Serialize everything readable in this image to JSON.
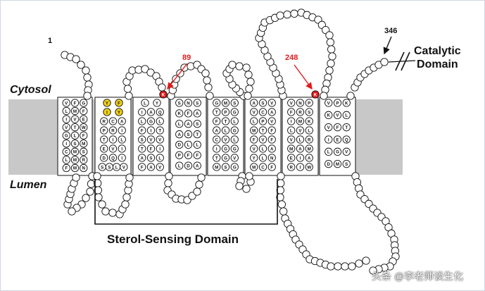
{
  "labels": {
    "cytosol": "Cytosol",
    "lumen": "Lumen",
    "sterol_domain": "Sterol-Sensing Domain",
    "catalytic": "Catalytic",
    "domain": "Domain",
    "n_terminus": "1",
    "end_residue": "346",
    "residue_89": "89",
    "residue_248": "248"
  },
  "watermark": "头条 @李老师谈生化",
  "colors": {
    "membrane": "#c8c8c8",
    "yellow": "#f0d21a",
    "red": "#e11b1b",
    "arrow_red": "#e11b1b"
  },
  "helices": [
    {
      "rows": [
        [
          "V",
          "F",
          "G"
        ],
        [
          "L",
          "M",
          "F"
        ],
        [
          "I",
          "V",
          "E"
        ],
        [
          "V",
          "T",
          "W"
        ],
        [
          "G",
          "L",
          "F"
        ],
        [
          "I",
          "S",
          "M"
        ],
        [
          "C",
          "M",
          "S"
        ],
        [
          "L",
          "M",
          "R"
        ],
        [
          "F",
          "M",
          "N"
        ]
      ]
    },
    {
      "rows": [
        [
          "Y",
          "F"
        ],
        [
          "I",
          "Y"
        ],
        [
          "R",
          "C",
          "A"
        ],
        [
          "P",
          "R",
          "I"
        ],
        [
          "T",
          "I",
          "L"
        ],
        [
          "E",
          "V",
          "I"
        ],
        [
          "D",
          "Q",
          "I"
        ],
        [
          "S",
          "S",
          "L",
          "V"
        ]
      ]
    },
    {
      "rows": [
        [
          "L",
          "Y"
        ],
        [
          "I",
          "A",
          "Q"
        ],
        [
          "L",
          "G",
          "L"
        ],
        [
          "F",
          "I",
          "T"
        ],
        [
          "S",
          "V",
          "V"
        ],
        [
          "T",
          "F",
          "I"
        ],
        [
          "A",
          "S",
          "L"
        ],
        [
          "F",
          "A",
          "V"
        ]
      ]
    },
    {
      "rows": [
        [
          "S",
          "N",
          "S"
        ],
        [
          "K",
          "F",
          "A"
        ],
        [
          "L",
          "A",
          "S"
        ],
        [
          "A",
          "S",
          "T"
        ],
        [
          "D",
          "L",
          "L"
        ],
        [
          "P",
          "F",
          "F"
        ],
        [
          "L",
          "D",
          "A"
        ]
      ]
    },
    {
      "rows": [
        [
          "G",
          "M",
          "S"
        ],
        [
          "T",
          "P",
          "G"
        ],
        [
          "F",
          "T",
          "L"
        ],
        [
          "A",
          "L",
          "G"
        ],
        [
          "C",
          "V",
          "L"
        ],
        [
          "I",
          "G",
          "G"
        ],
        [
          "T",
          "G",
          "V"
        ],
        [
          "M",
          "S",
          "G"
        ]
      ]
    },
    {
      "rows": [
        [
          "A",
          "S",
          "V"
        ],
        [
          "V",
          "C",
          "A"
        ],
        [
          "L",
          "P",
          "V"
        ],
        [
          "M",
          "T",
          "F"
        ],
        [
          "F",
          "V",
          "F"
        ],
        [
          "V",
          "L",
          "A"
        ],
        [
          "Y",
          "L",
          "N"
        ],
        [
          "M",
          "C",
          "F"
        ]
      ]
    },
    {
      "rows": [
        [
          "V",
          "N",
          "P"
        ],
        [
          "F",
          "R",
          "S"
        ],
        [
          "I",
          "M",
          "K"
        ],
        [
          "L",
          "V",
          "L"
        ],
        [
          "V",
          "L",
          "R"
        ],
        [
          "M",
          "A",
          "M"
        ],
        [
          "E",
          "I",
          "A"
        ],
        [
          "R",
          "I",
          "W"
        ]
      ]
    },
    {
      "rows": [
        [
          "V",
          "P",
          "K"
        ],
        [
          "K",
          "V",
          "L"
        ],
        [
          "V",
          "F",
          "T"
        ],
        [
          "I",
          "E",
          "Q"
        ],
        [
          "L",
          "G",
          "V"
        ],
        [
          "D",
          "M",
          "S"
        ]
      ]
    }
  ]
}
